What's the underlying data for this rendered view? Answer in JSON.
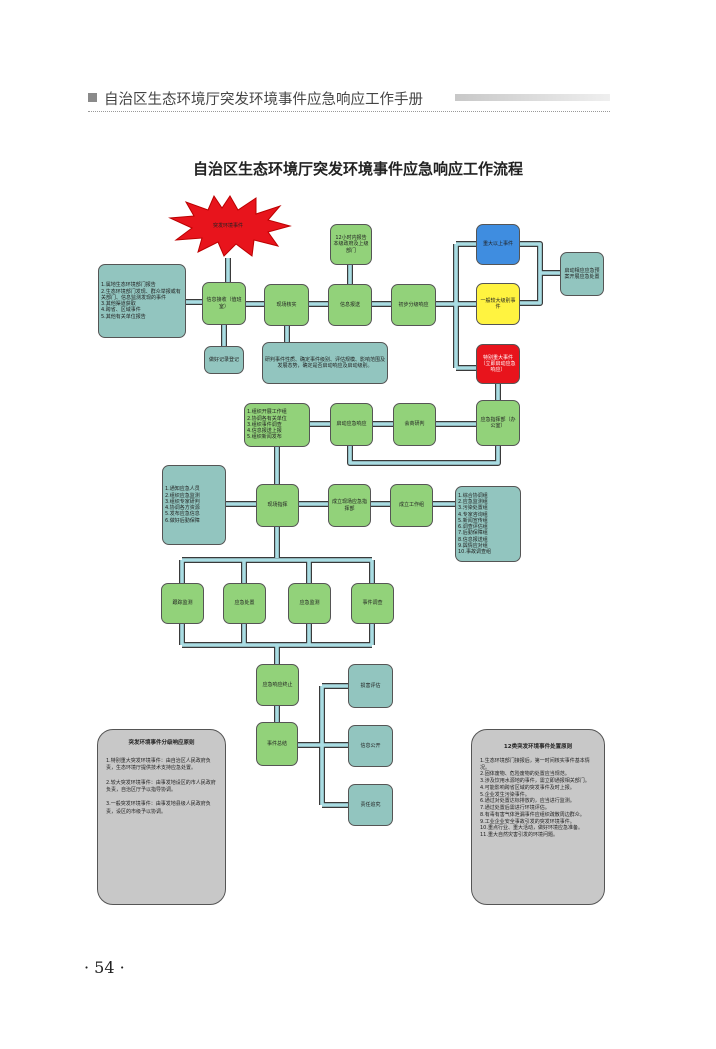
{
  "header": {
    "running_title": "自治区生态环境厅突发环境事件应急响应工作手册"
  },
  "flowchart": {
    "title": "自治区生态环境厅突发环境事件应急响应工作流程",
    "trigger": "突发环境事件",
    "source_info": "1.属地生态环境部门报告\n2.生态环境部门发现、群众举报或有关部门、信息监测发现的事件\n3.其他渠道获取\n4.跨省、区域事件\n5.其他有关单位报告",
    "info_receive": "信息接收（值班室）",
    "register": "做好记录登记",
    "verify": "现场核实",
    "verify_note": "研判事件性质、确定事件级别、评估规模、影响范围及发展态势，确定是否启动响应及启动级别。",
    "report": "信息报送",
    "report_12h": "12小时内报告本级政府及上级部门",
    "initial_judge": "初步分级响应",
    "level_large": "重大以上事件",
    "level_general": "一般较大级别事件",
    "level_red": "特别重大事件（立即启动应急响应）",
    "side_note": "启动相应应急预案开展应急处置",
    "command_center": "应急指挥部（办公室）",
    "meeting": "会商研判",
    "start_response": "启动应急响应",
    "group_duties": "1.组织开展工作组\n2.协调各有关单位\n3.组织事件调查\n4.信息报送上报\n5.组织新闻发布",
    "left_duties": "1.通知应急人员\n2.组织应急监测\n3.组织专家研判\n4.协调各方资源\n5.发布应急信息\n6.做好后勤保障",
    "on_site": "现场指挥",
    "expert": "成立现场应急指挥部",
    "work_groups": "成立工作组",
    "group_list": "1.综合协调组\n2.应急监测组\n3.污染处置组\n4.专家咨询组\n5.新闻宣传组\n6.调查评估组\n7.后勤保障组\n8.信息报送组\n9.舆情应对组\n10.事故调查组",
    "b1": "跟踪监测",
    "b2": "应急处置",
    "b3": "应急监测",
    "b4": "事件调查",
    "terminate": "应急响应终止",
    "summary": "事件总结",
    "r1": "损害评估",
    "r2": "信息公开",
    "r3": "责任追究",
    "note_left_title": "突发环境事件分级响应原则",
    "note_left_body": "1.特别重大突发环境事件：由自治区人民政府负责，生态环境厅提供技术支持应急处置。\n\n2.较大突发环境事件：由事发地设区的市人民政府负责，自治区厅予以指导协调。\n\n3.一般突发环境事件：由事发地县级人民政府负责，设区的市级予以协调。",
    "note_right_title": "12类突发环境事件处置原则",
    "note_right_body": "1.生态环境部门接报后，第一时间核实事件基本情况。\n2.固体废物、危险废物的处置应当规范。\n3.涉及饮用水源地的事件，需立即通报相关部门。\n4.可能影响跨省区域的突发事件及时上报。\n5.企业发生污染事件。\n6.通过对处置达标排放的，应当进行监测。\n7.通过处置后需进行环境评估。\n8.有毒有害气体泄漏事件应组织疏散周边群众。\n9.工业企业安全事故引发的突发环境事件。\n10.重点行业、重大活动，做好环境应急准备。\n11.重大自然灾害引发的环境问题。",
    "page_number": "· 54 ·"
  },
  "colors": {
    "process": "#92d27a",
    "info": "#92c5bf",
    "blue": "#3f8de0",
    "yellow": "#fff340",
    "red": "#e8141c",
    "connector": "#9fd6dd",
    "note_bg": "#c8c8c8"
  }
}
